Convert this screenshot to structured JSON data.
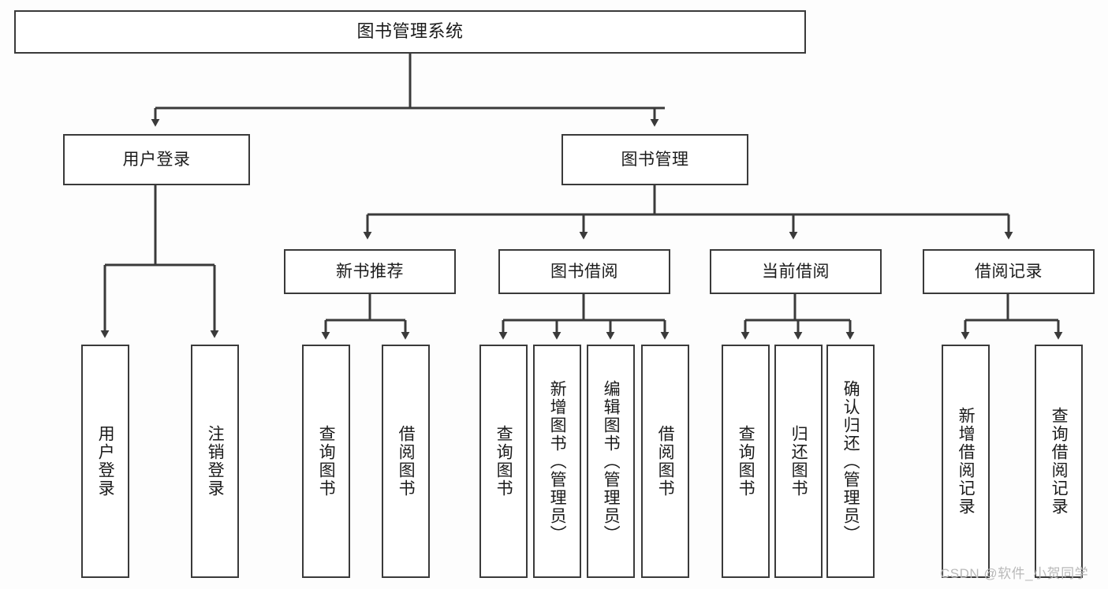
{
  "diagram": {
    "title": "图书管理系统",
    "type": "hierarchy-tree",
    "colors": {
      "stroke": "#3a3a3a",
      "node_fill": "#ffffff",
      "text": "#1b1b1b",
      "background": "#fdfdfd",
      "watermark": "#b9b9b9"
    },
    "root": {
      "label": "图书管理系统"
    },
    "level2": [
      {
        "id": "user-login",
        "label": "用户登录"
      },
      {
        "id": "book-manage",
        "label": "图书管理"
      }
    ],
    "level3": [
      {
        "id": "new-book-recommend",
        "label": "新书推荐",
        "parent": "book-manage"
      },
      {
        "id": "book-borrow",
        "label": "图书借阅",
        "parent": "book-manage"
      },
      {
        "id": "current-borrow",
        "label": "当前借阅",
        "parent": "book-manage"
      },
      {
        "id": "borrow-record",
        "label": "借阅记录",
        "parent": "book-manage"
      }
    ],
    "leaves": {
      "user-login": [
        {
          "id": "leaf-user-login",
          "label": "用户登录"
        },
        {
          "id": "leaf-logout-login",
          "label": "注销登录"
        }
      ],
      "new-book-recommend": [
        {
          "id": "leaf-query-book-1",
          "label": "查询图书"
        },
        {
          "id": "leaf-borrow-book-1",
          "label": "借阅图书"
        }
      ],
      "book-borrow": [
        {
          "id": "leaf-query-book-2",
          "label": "查询图书"
        },
        {
          "id": "leaf-add-book",
          "label": "新增图书（管理员）"
        },
        {
          "id": "leaf-edit-book",
          "label": "编辑图书（管理员）"
        },
        {
          "id": "leaf-borrow-book-2",
          "label": "借阅图书"
        }
      ],
      "current-borrow": [
        {
          "id": "leaf-query-book-3",
          "label": "查询图书"
        },
        {
          "id": "leaf-return-book",
          "label": "归还图书"
        },
        {
          "id": "leaf-confirm-return",
          "label": "确认归还（管理员）"
        }
      ],
      "borrow-record": [
        {
          "id": "leaf-add-record",
          "label": "新增借阅记录"
        },
        {
          "id": "leaf-query-record",
          "label": "查询借阅记录"
        }
      ]
    }
  },
  "watermark": {
    "text": "CSDN @软件_小贺同学"
  }
}
